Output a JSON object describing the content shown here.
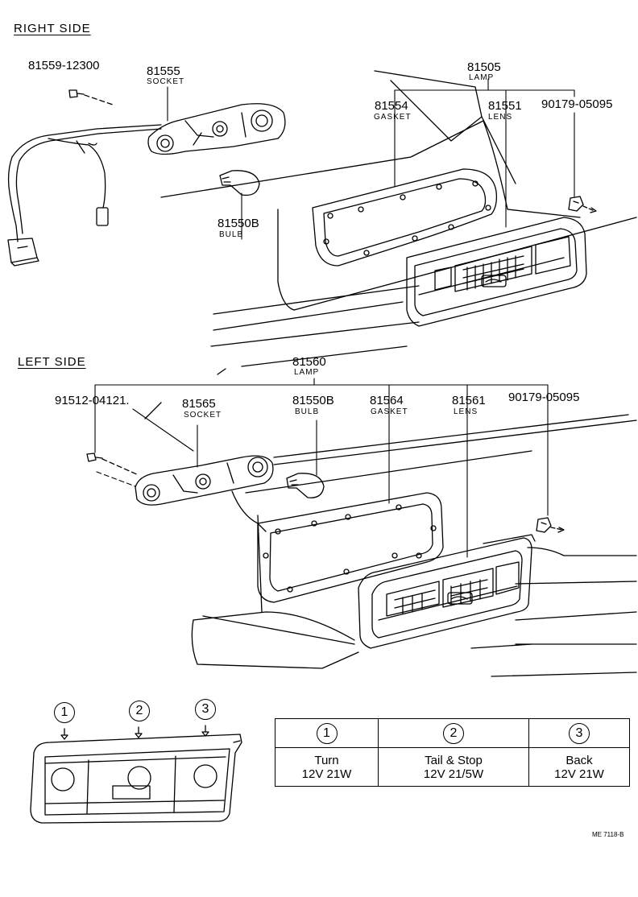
{
  "right_side": {
    "heading": "RIGHT SIDE",
    "parts": {
      "screw": {
        "number": "81559-12300"
      },
      "socket": {
        "number": "81555",
        "name": "SOCKET"
      },
      "bulb": {
        "number": "81550B",
        "name": "BULB"
      },
      "lamp": {
        "number": "81505",
        "name": "LAMP"
      },
      "gasket": {
        "number": "81554",
        "name": "GASKET"
      },
      "lens": {
        "number": "81551",
        "name": "LENS"
      },
      "nut": {
        "number": "90179-05095"
      }
    }
  },
  "left_side": {
    "heading": "LEFT SIDE",
    "parts": {
      "lamp": {
        "number": "81560",
        "name": "LAMP"
      },
      "screw": {
        "number": "91512-04121."
      },
      "socket": {
        "number": "81565",
        "name": "SOCKET"
      },
      "bulb": {
        "number": "81550B",
        "name": "BULB"
      },
      "gasket": {
        "number": "81564",
        "name": "GASKET"
      },
      "lens": {
        "number": "81561",
        "name": "LENS"
      },
      "nut": {
        "number": "90179-05095"
      }
    }
  },
  "bulb_positions": [
    "1",
    "2",
    "3"
  ],
  "bulb_table": [
    {
      "position": "1",
      "function": "Turn",
      "spec": "12V 21W"
    },
    {
      "position": "2",
      "function": "Tail & Stop",
      "spec": "12V 21/5W"
    },
    {
      "position": "3",
      "function": "Back",
      "spec": "12V 21W"
    }
  ],
  "drawing_code": "ME 7118-B"
}
